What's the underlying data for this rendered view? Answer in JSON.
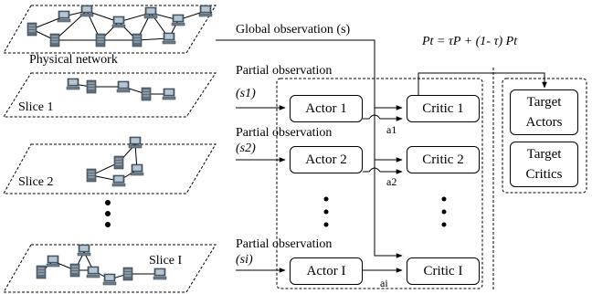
{
  "network": {
    "physical_label": "Physical network",
    "slices": [
      "Slice 1",
      "Slice 2",
      "Slice I"
    ]
  },
  "global_observation": "Global observation (s)",
  "partial_observation_label": "Partial observation",
  "observations": [
    "(s1)",
    "(s2)",
    "(si)"
  ],
  "actors": [
    "Actor 1",
    "Actor 2",
    "Actor I"
  ],
  "critics": [
    "Critic 1",
    "Critic 2",
    "Critic I"
  ],
  "actions": [
    "a1",
    "a2",
    "ai"
  ],
  "update_formula": "Pt = τP + (1- τ) Pt",
  "targets": {
    "actors": [
      "Target",
      "Actors"
    ],
    "critics": [
      "Target",
      "Critics"
    ]
  }
}
